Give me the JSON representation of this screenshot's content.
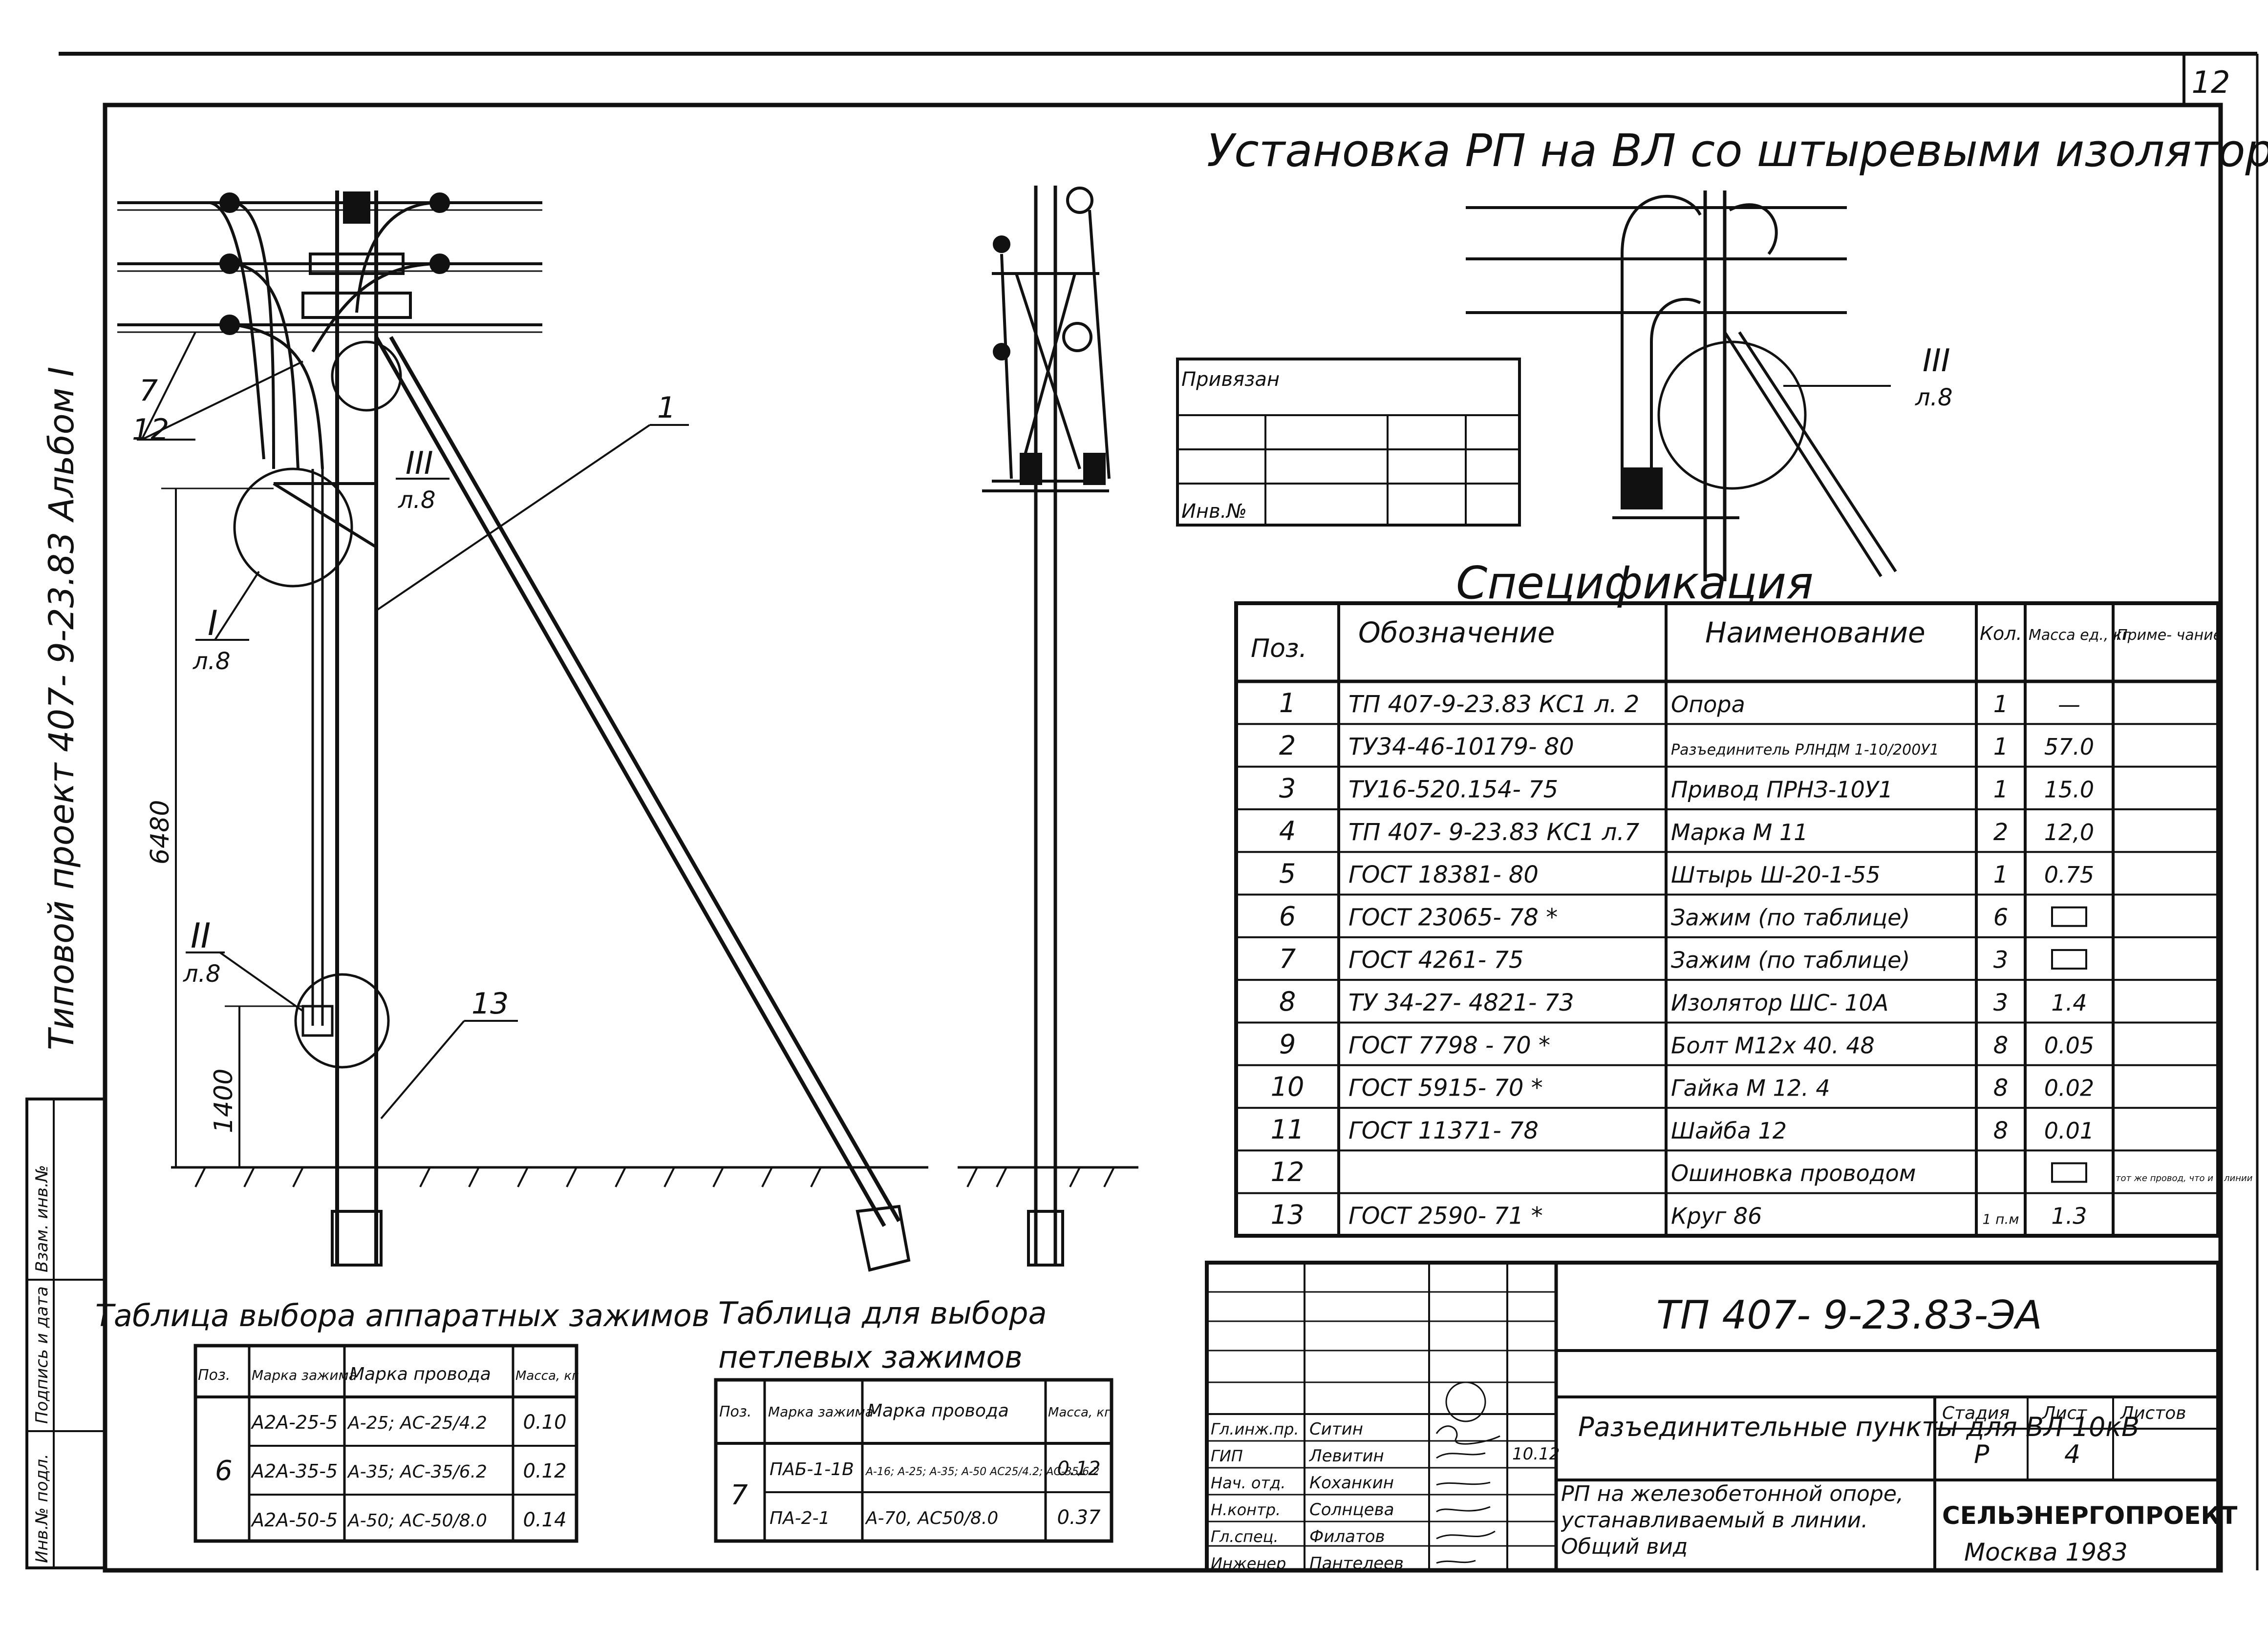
{
  "sheet": {
    "page_number": "12",
    "heading": "Установка   РП на ВЛ со штыревыми изоляторами",
    "side_label": "Типовой  проект  407- 9-23.83  Альбом I"
  },
  "dimensions": {
    "height_total": "6480",
    "height_lower": "1400"
  },
  "callouts": {
    "pos_7": "7",
    "pos_12": "12",
    "pos_1": "1",
    "pos_13": "13",
    "node_I": "I",
    "node_II": "II",
    "node_III": "III",
    "sheet_ref": "л.8"
  },
  "binding_stamp": {
    "title": "Привязан",
    "inv_label": "Инв.№"
  },
  "specification": {
    "title": "Спецификация",
    "headers": [
      "Поз.",
      "Обозначение",
      "Наименование",
      "Кол.",
      "Масса ед., кг",
      "Приме- чание"
    ],
    "rows": [
      {
        "pos": "1",
        "designation": "ТП 407-9-23.83 КС1 л. 2",
        "name": "Опора",
        "qty": "1",
        "mass": "—",
        "note": ""
      },
      {
        "pos": "2",
        "designation": "ТУ34-46-10179- 80",
        "name": "Разъединитель РЛНДМ 1-10/200У1",
        "qty": "1",
        "mass": "57.0",
        "note": ""
      },
      {
        "pos": "3",
        "designation": "ТУ16-520.154- 75",
        "name": "Привод ПРНЗ-10У1",
        "qty": "1",
        "mass": "15.0",
        "note": ""
      },
      {
        "pos": "4",
        "designation": "ТП 407- 9-23.83 КС1 л.7",
        "name": "Марка  М 11",
        "qty": "2",
        "mass": "12,0",
        "note": ""
      },
      {
        "pos": "5",
        "designation": "ГОСТ 18381- 80",
        "name": "Штырь Ш-20-1-55",
        "qty": "1",
        "mass": "0.75",
        "note": ""
      },
      {
        "pos": "6",
        "designation": "ГОСТ 23065- 78 *",
        "name": "Зажим (по таблице)",
        "qty": "6",
        "mass": "",
        "note": ""
      },
      {
        "pos": "7",
        "designation": "ГОСТ 4261- 75",
        "name": "Зажим (по таблице)",
        "qty": "3",
        "mass": "",
        "note": ""
      },
      {
        "pos": "8",
        "designation": "ТУ 34-27- 4821- 73",
        "name": "Изолятор ШС- 10А",
        "qty": "3",
        "mass": "1.4",
        "note": ""
      },
      {
        "pos": "9",
        "designation": "ГОСТ 7798 - 70 *",
        "name": "Болт М12х 40. 48",
        "qty": "8",
        "mass": "0.05",
        "note": ""
      },
      {
        "pos": "10",
        "designation": "ГОСТ 5915- 70 *",
        "name": "Гайка   М 12. 4",
        "qty": "8",
        "mass": "0.02",
        "note": ""
      },
      {
        "pos": "11",
        "designation": "ГОСТ 11371- 78",
        "name": "Шайба  12",
        "qty": "8",
        "mass": "0.01",
        "note": ""
      },
      {
        "pos": "12",
        "designation": "",
        "name": "Ошиновка проводом",
        "qty": "",
        "mass": "",
        "note": "тот же провод, что и в линии"
      },
      {
        "pos": "13",
        "designation": "ГОСТ 2590- 71 *",
        "name": "Круг  86",
        "qty": "1 п.м",
        "mass": "1.3",
        "note": ""
      }
    ]
  },
  "table_apparatus": {
    "title": "Таблица выбора аппаратных зажимов",
    "headers": [
      "Поз.",
      "Марка зажима",
      "Марка провода",
      "Масса, кг"
    ],
    "pos": "6",
    "rows": [
      {
        "mark": "А2А-25-5",
        "wire": "А-25; АС-25/4.2",
        "mass": "0.10"
      },
      {
        "mark": "А2А-35-5",
        "wire": "А-35; АС-35/6.2",
        "mass": "0.12"
      },
      {
        "mark": "А2А-50-5",
        "wire": "А-50; АС-50/8.0",
        "mass": "0.14"
      }
    ]
  },
  "table_loop": {
    "title_line1": "Таблица для  выбора",
    "title_line2": "петлевых  зажимов",
    "headers": [
      "Поз.",
      "Марка зажима",
      "Марка провода",
      "Масса, кг"
    ],
    "pos": "7",
    "rows": [
      {
        "mark": "ПАБ-1-1В",
        "wire": "А-16; А-25; А-35; А-50 АС25/4.2; АС-35/6.2",
        "mass": "0.12"
      },
      {
        "mark": "ПА-2-1",
        "wire": "А-70, АС50/8.0",
        "mass": "0.37"
      }
    ]
  },
  "title_block": {
    "code": "ТП  407- 9-23.83-ЭА",
    "title_main": "Разъединительные пункты для  ВЛ 10кВ",
    "title_sub": "РП на железобетонной опоре, устанавливаемый в линии. Общий вид",
    "stage_label": "Стадия",
    "sheet_label": "Лист",
    "sheets_label": "Листов",
    "stage": "Р",
    "sheet": "4",
    "sheets": "",
    "org": "СЕЛЬЭНЕРГОПРОЕКТ",
    "city_year": "Москва  1983",
    "date": "10.12",
    "people": [
      {
        "role": "Гл.инж.пр.",
        "name": "Ситин"
      },
      {
        "role": "ГИП",
        "name": "Левитин"
      },
      {
        "role": "Нач. отд.",
        "name": "Коханкин"
      },
      {
        "role": "Н.контр.",
        "name": "Солнцева"
      },
      {
        "role": "Гл.спец.",
        "name": "Филатов"
      },
      {
        "role": "Инженер",
        "name": "Пантелеев"
      }
    ]
  },
  "side_stamp": {
    "labels": [
      "Инв.№ подл.",
      "Подпись и дата",
      "Взам. инв.№"
    ]
  }
}
